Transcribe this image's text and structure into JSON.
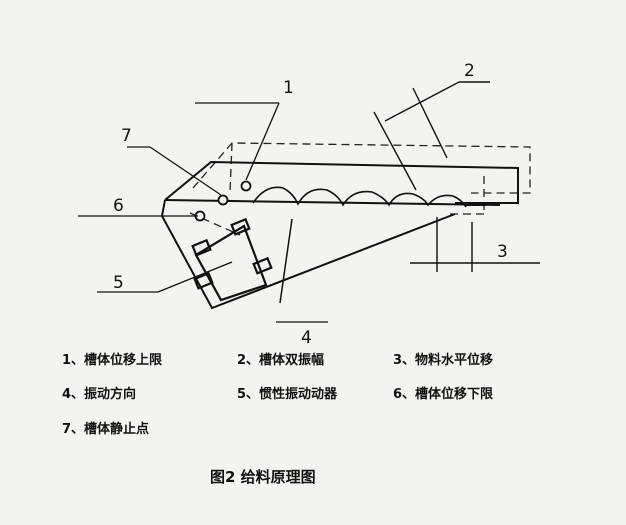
{
  "callouts": {
    "c1": "1",
    "c2": "2",
    "c3": "3",
    "c4": "4",
    "c5": "5",
    "c6": "6",
    "c7": "7"
  },
  "legend": [
    "1、槽体位移上限",
    "2、槽体双振幅",
    "3、物料水平位移",
    "4、振动方向",
    "5、惯性振动动器",
    "6、槽体位移下限",
    "7、槽体静止点"
  ],
  "caption": "图2  给料原理图"
}
